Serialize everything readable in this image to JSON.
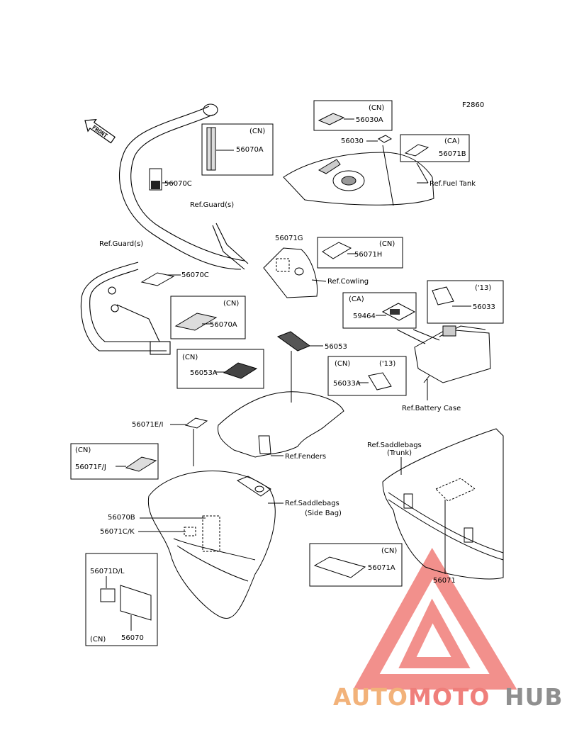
{
  "figure_code": "F2860",
  "front_label": "FRONT",
  "labels": {
    "cn": "(CN)",
    "ca": "(CA)",
    "y13": "('13)",
    "p56030A": "56030A",
    "p56030": "56030",
    "p56071B": "56071B",
    "ref_fuel_tank": "Ref.Fuel Tank",
    "p56070A": "56070A",
    "p56070C": "56070C",
    "ref_guards": "Ref.Guard(s)",
    "p56071G": "56071G",
    "p56071H": "56071H",
    "ref_cowling": "Ref.Cowling",
    "p59464": "59464",
    "p56033": "56033",
    "p56053": "56053",
    "p56053A": "56053A",
    "p56033A": "56033A",
    "ref_battery_case": "Ref.Battery Case",
    "p56071EI": "56071E/I",
    "p56071FJ": "56071F/J",
    "ref_fenders": "Ref.Fenders",
    "ref_saddlebags": "Ref.Saddlebags",
    "trunk": "(Trunk)",
    "side_bag": "(Side Bag)",
    "p56070B": "56070B",
    "p56071CK": "56071C/K",
    "p56071A": "56071A",
    "p56071": "56071",
    "p56071DL": "56071D/L",
    "p56070": "56070"
  },
  "watermark": {
    "part1": "AUTO",
    "part2": "MOTO",
    "part3": "HUB",
    "colors": {
      "auto": "#f2b27a",
      "moto": "#ef7f7b",
      "hub": "#8f8f8f",
      "triangle": "#f07d78"
    }
  }
}
